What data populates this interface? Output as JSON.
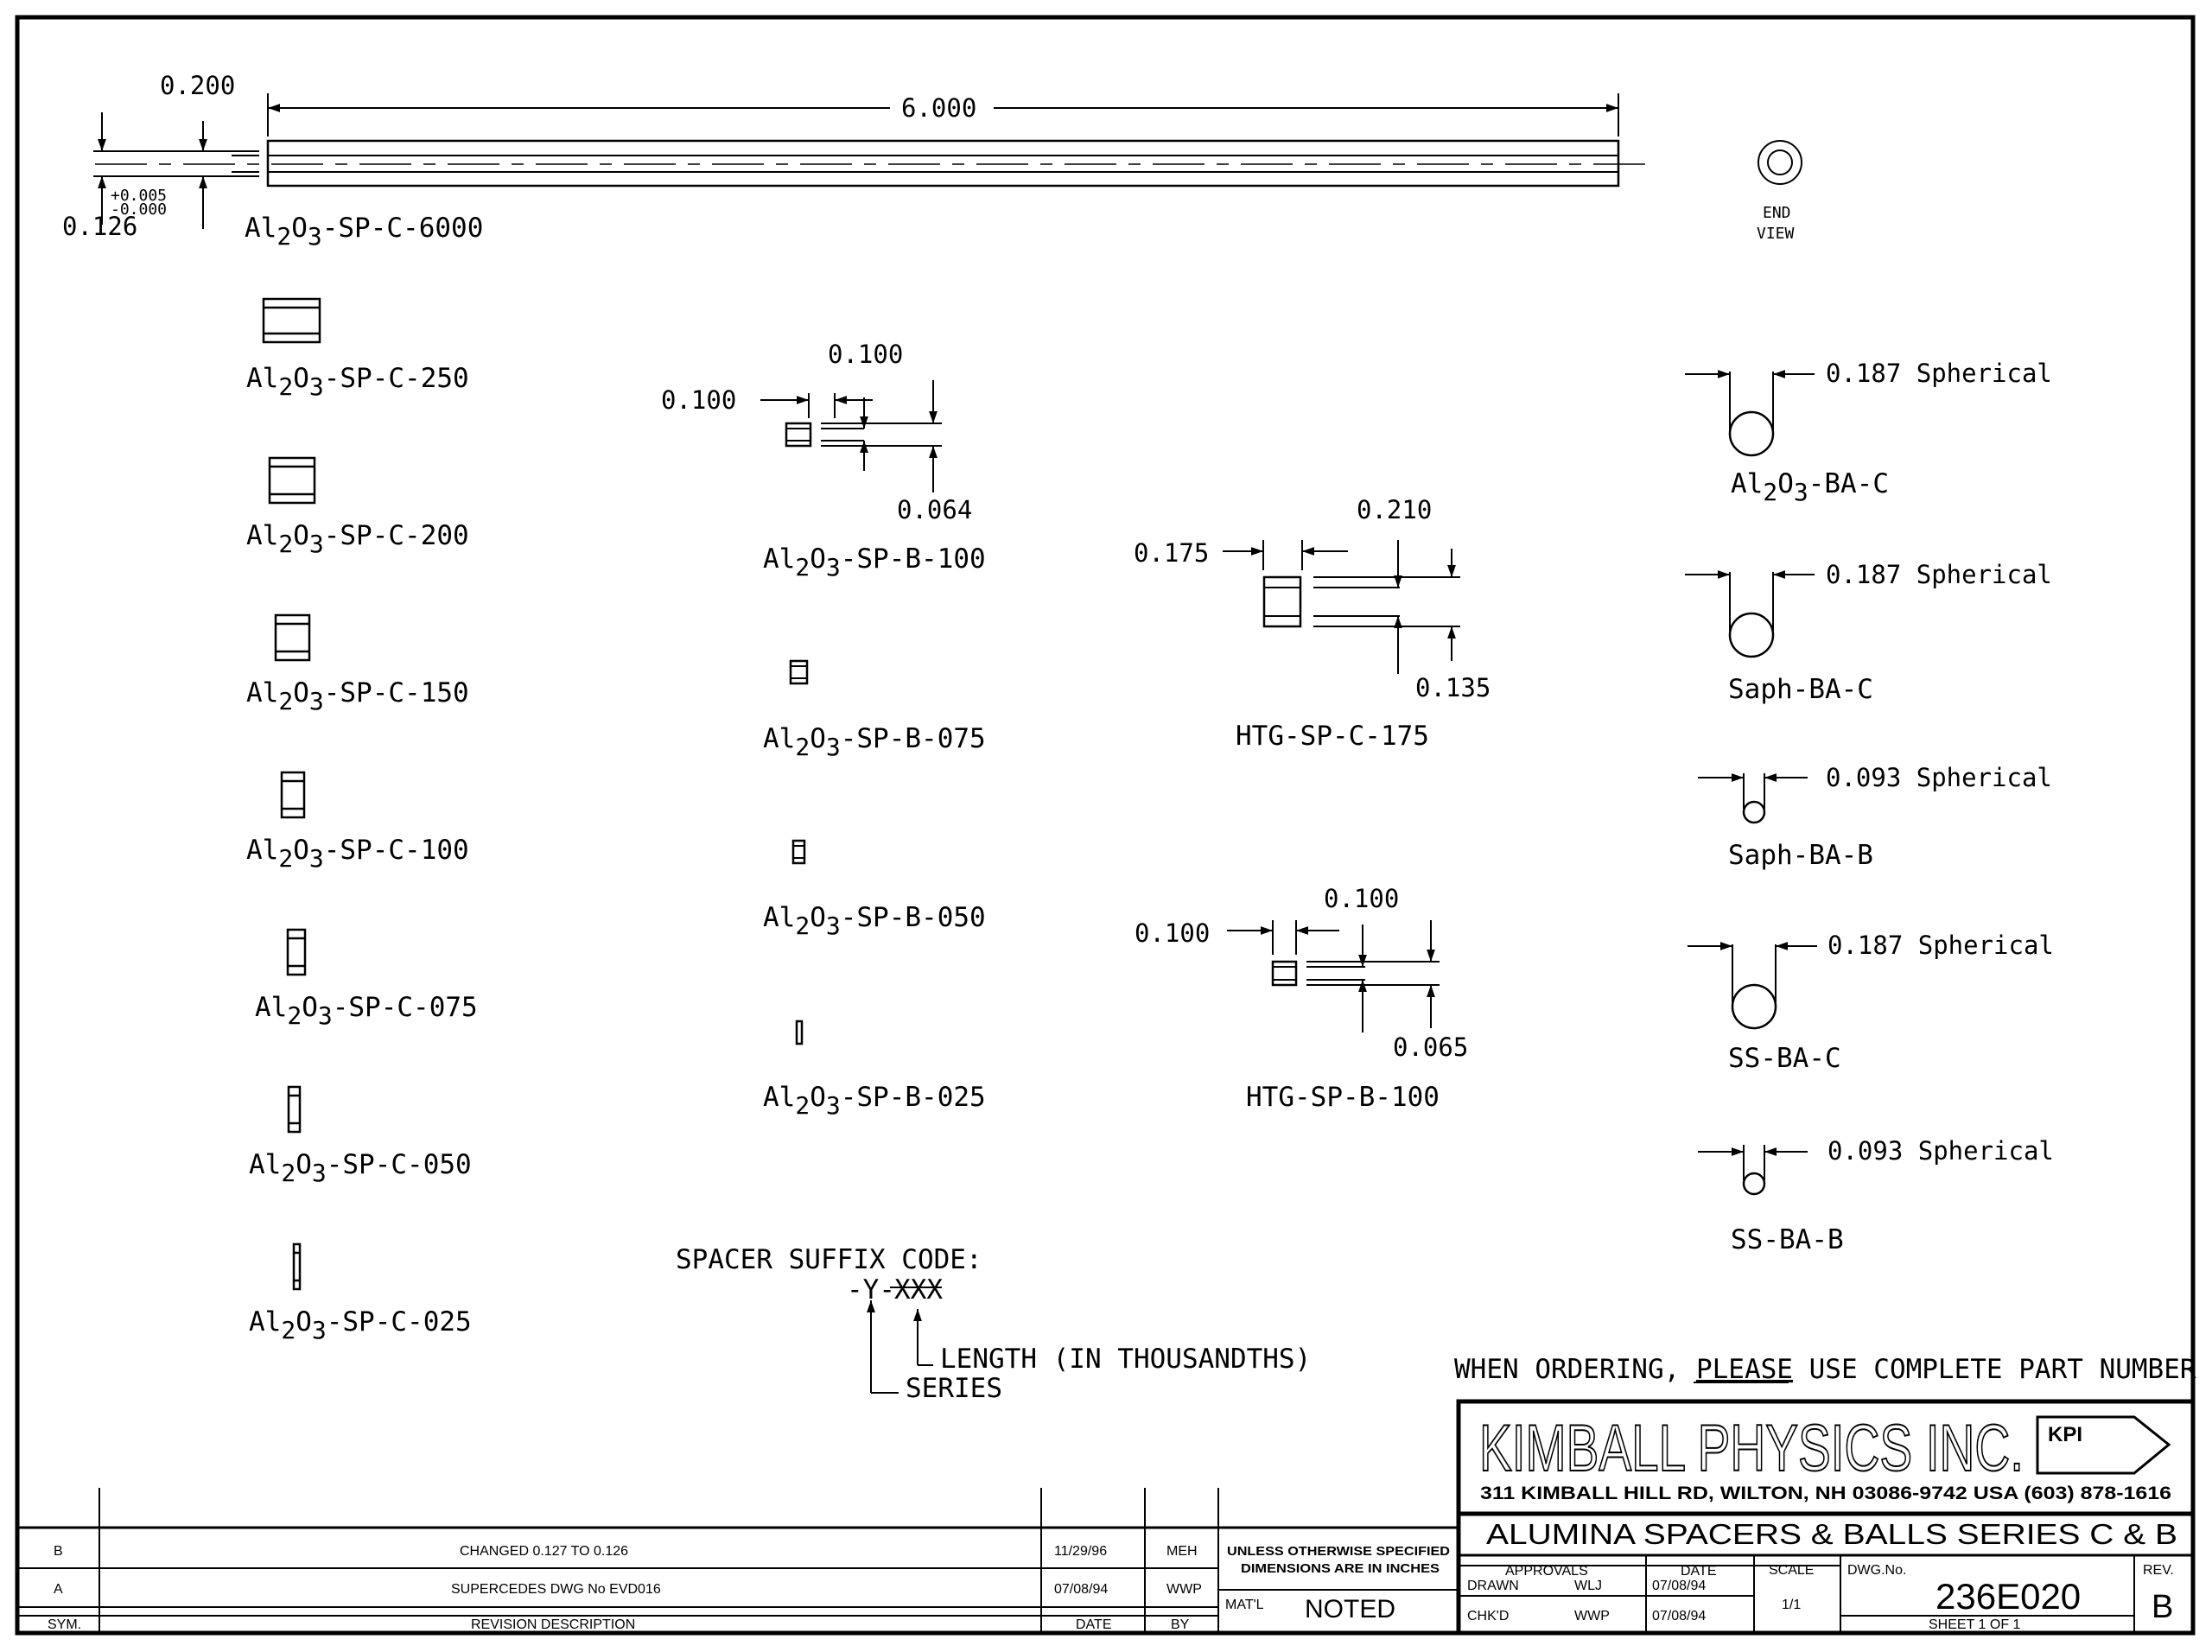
{
  "rod": {
    "dim_dia": "0.200",
    "dim_length": "6.000",
    "tol_plus": "+0.005",
    "tol_minus": "-0.000",
    "dim_bore": "0.126",
    "label": "Al2O3-SP-C-6000",
    "end_view": [
      "END",
      "VIEW"
    ]
  },
  "c_spacers": [
    "Al2O3-SP-C-250",
    "Al2O3-SP-C-200",
    "Al2O3-SP-C-150",
    "Al2O3-SP-C-100",
    "Al2O3-SP-C-075",
    "Al2O3-SP-C-050",
    "Al2O3-SP-C-025"
  ],
  "b_spacers": {
    "dim_len": "0.100",
    "dim_od": "0.100",
    "dim_id": "0.064",
    "labels": [
      "Al2O3-SP-B-100",
      "Al2O3-SP-B-075",
      "Al2O3-SP-B-050",
      "Al2O3-SP-B-025"
    ]
  },
  "htg_c": {
    "dim_len": "0.175",
    "dim_od": "0.210",
    "dim_id": "0.135",
    "label": "HTG-SP-C-175"
  },
  "htg_b": {
    "dim_len": "0.100",
    "dim_od": "0.100",
    "dim_id": "0.065",
    "label": "HTG-SP-B-100"
  },
  "balls": [
    {
      "dim": "0.187 Spherical",
      "label": "Al2O3-BA-C"
    },
    {
      "dim": "0.187 Spherical",
      "label": "Saph-BA-C"
    },
    {
      "dim": "0.093 Spherical",
      "label": "Saph-BA-B"
    },
    {
      "dim": "0.187 Spherical",
      "label": "SS-BA-C"
    },
    {
      "dim": "0.093 Spherical",
      "label": "SS-BA-B"
    }
  ],
  "suffix": {
    "title": "SPACER SUFFIX CODE:",
    "code_prefix": "-Y-",
    "code_len": "XXX",
    "length_note": "LENGTH (IN THOUSANDTHS)",
    "series_note": "SERIES"
  },
  "ordering": {
    "pre": "WHEN ORDERING,",
    "please": "PLEASE",
    "post": "USE COMPLETE PART NUMBER"
  },
  "title_block": {
    "company": "KIMBALL PHYSICS INC.",
    "logo": "KPI",
    "address": "311 KIMBALL HILL RD, WILTON, NH 03086-9742 USA  (603) 878-1616",
    "title": "ALUMINA SPACERS & BALLS SERIES C & B",
    "approvals": "APPROVALS",
    "date_hdr": "DATE",
    "scale_hdr": "SCALE",
    "scale": "1/1",
    "dwg_hdr": "DWG.No.",
    "dwg_no": "236E020",
    "rev_hdr": "REV.",
    "rev": "B",
    "drawn": "DRAWN",
    "drawn_by": "WLJ",
    "drawn_date": "07/08/94",
    "chkd": "CHK'D",
    "chkd_by": "WWP",
    "chkd_date": "07/08/94",
    "sheet": "SHEET",
    "sheet_no": "1",
    "of": "OF",
    "sheet_total": "1",
    "unless_1": "UNLESS OTHERWISE SPECIFIED",
    "unless_2": "DIMENSIONS ARE IN INCHES",
    "matl_hdr": "MAT'L",
    "matl": "NOTED"
  },
  "revisions": {
    "rows": [
      {
        "sym": "B",
        "desc": "CHANGED 0.127 TO 0.126",
        "date": "11/29/96",
        "by": "MEH"
      },
      {
        "sym": "A",
        "desc": "SUPERCEDES DWG No EVD016",
        "date": "07/08/94",
        "by": "WWP"
      }
    ],
    "headers": {
      "sym": "SYM.",
      "desc": "REVISION DESCRIPTION",
      "date": "DATE",
      "by": "BY"
    }
  }
}
